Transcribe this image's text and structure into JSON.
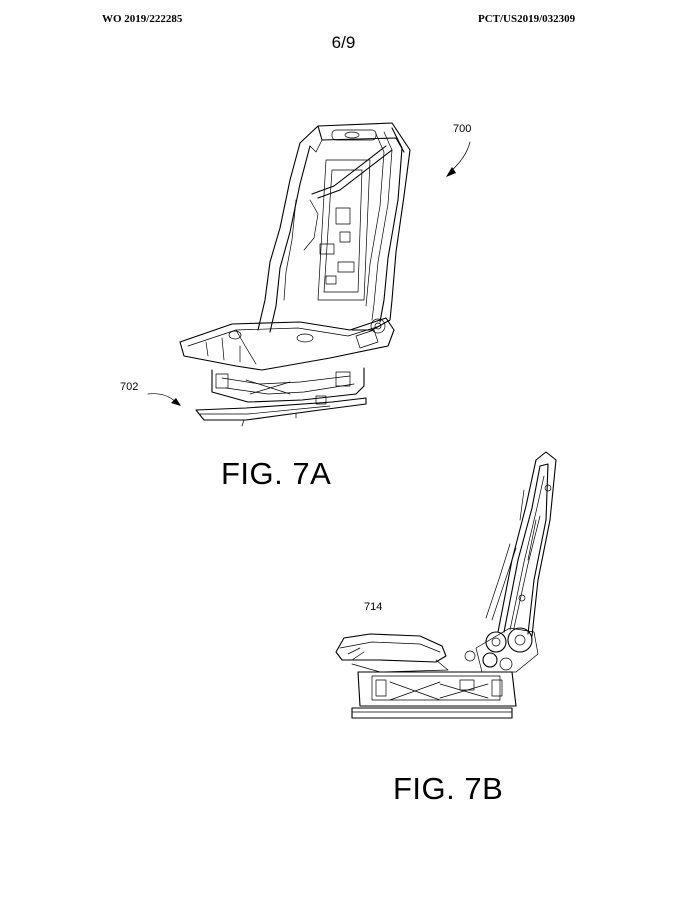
{
  "header": {
    "left": "WO 2019/222285",
    "right": "PCT/US2019/032309"
  },
  "sheet_number": "6/9",
  "figures": [
    {
      "caption": "FIG. 7A",
      "refs": [
        "700",
        "702"
      ]
    },
    {
      "caption": "FIG. 7B",
      "refs": [
        "714"
      ]
    }
  ]
}
